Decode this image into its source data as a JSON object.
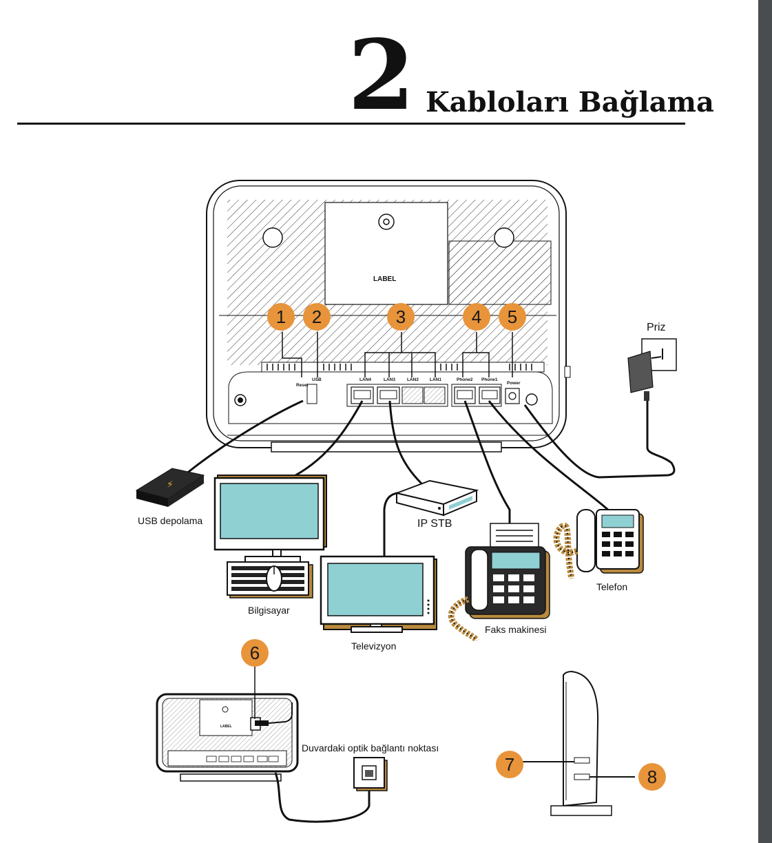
{
  "page": {
    "chapter_number": "2",
    "chapter_title": "Kabloları Bağlama"
  },
  "router": {
    "label": "LABEL",
    "ports": {
      "reset": "Reset",
      "usb": "USB",
      "lan4": "LAN4",
      "lan3": "LAN3",
      "lan2": "LAN2",
      "lan1": "LAN1",
      "phone2": "Phone2",
      "phone1": "Phone1",
      "power": "Power"
    }
  },
  "callouts": [
    "1",
    "2",
    "3",
    "4",
    "5",
    "6",
    "7",
    "8"
  ],
  "devices": {
    "outlet": "Priz",
    "usb_storage": "USB depolama",
    "ip_stb": "IP STB",
    "computer": "Bilgisayar",
    "television": "Televizyon",
    "fax": "Faks makinesi",
    "phone": "Telefon",
    "optical_point": "Duvardaki optik bağlantı noktası"
  },
  "small_router_label": "LABEL",
  "colors": {
    "accent_orange": "#e8943a",
    "screen_teal": "#8fd0d3",
    "device_gold": "#b98a3e",
    "sidebar": "#4a4d50"
  }
}
